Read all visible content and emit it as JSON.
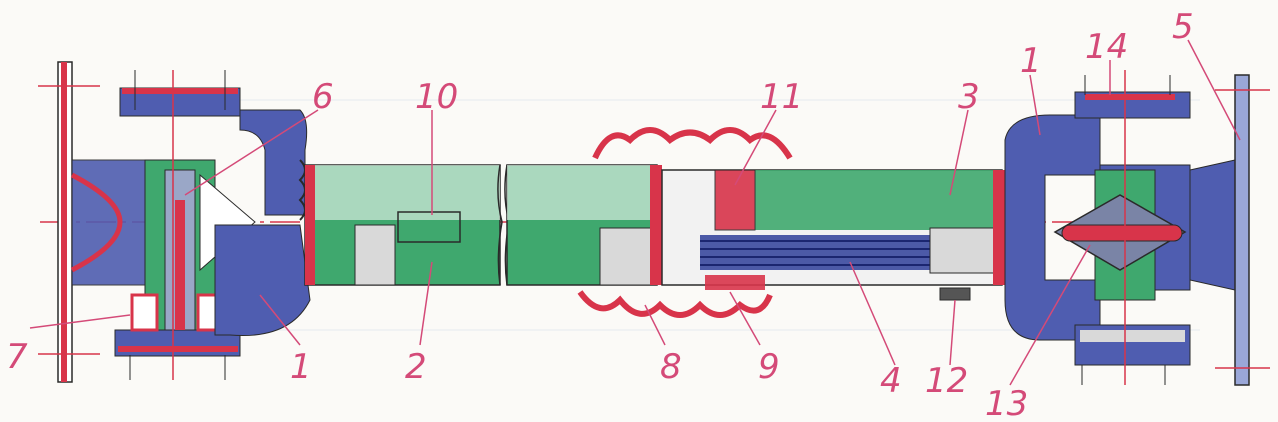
{
  "diagram": {
    "callouts": [
      {
        "id": "c1a",
        "text": "1"
      },
      {
        "id": "c1b",
        "text": "1"
      },
      {
        "id": "c2",
        "text": "2"
      },
      {
        "id": "c3",
        "text": "3"
      },
      {
        "id": "c4",
        "text": "4"
      },
      {
        "id": "c5",
        "text": "5"
      },
      {
        "id": "c6",
        "text": "6"
      },
      {
        "id": "c7",
        "text": "7"
      },
      {
        "id": "c8",
        "text": "8"
      },
      {
        "id": "c9",
        "text": "9"
      },
      {
        "id": "c10",
        "text": "10"
      },
      {
        "id": "c11",
        "text": "11"
      },
      {
        "id": "c12",
        "text": "12"
      },
      {
        "id": "c13",
        "text": "13"
      },
      {
        "id": "c14",
        "text": "14"
      }
    ]
  },
  "colors": {
    "yoke": "#4f5db0",
    "tube": "#3fa86e",
    "seal": "#d8344a",
    "callout": "#d44a78",
    "outline": "#2a2a2a",
    "paper": "#fbfaf7"
  }
}
